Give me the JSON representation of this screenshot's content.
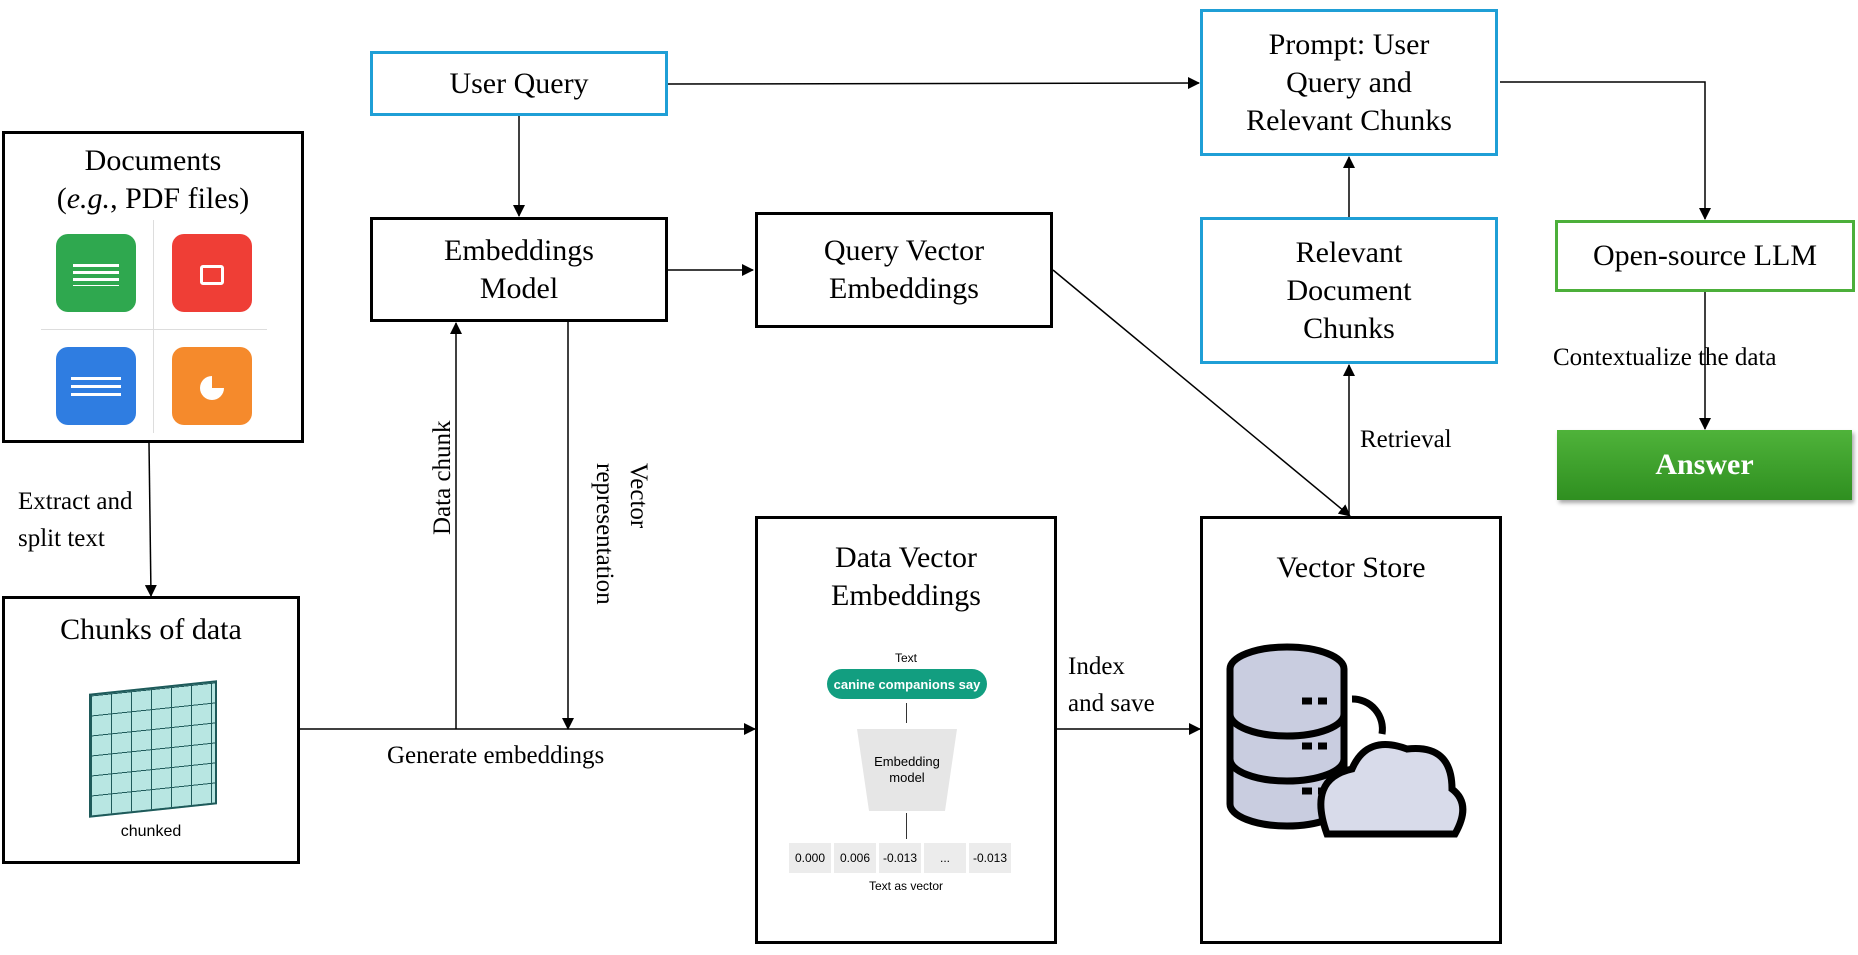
{
  "nodes": {
    "documents": {
      "title": "Documents",
      "subtitle_italic": "e.g.",
      "subtitle_rest": ", PDF files)",
      "subtitle_open": "("
    },
    "file_icons": {
      "xls": "XLS",
      "pdf": "PDF",
      "doc": "DOC",
      "ppt": "PPT"
    },
    "chunks": {
      "title": "Chunks of data",
      "caption": "chunked"
    },
    "user_query": {
      "title": "User Query"
    },
    "embeddings_model": {
      "line1": "Embeddings",
      "line2": "Model"
    },
    "query_vector": {
      "line1": "Query Vector",
      "line2": "Embeddings"
    },
    "data_vector": {
      "line1": "Data Vector",
      "line2": "Embeddings"
    },
    "vector_store": {
      "title": "Vector Store"
    },
    "prompt": {
      "line1": "Prompt: User",
      "line2": "Query and",
      "line3": "Relevant Chunks"
    },
    "relevant_chunks": {
      "line1": "Relevant",
      "line2": "Document",
      "line3": "Chunks"
    },
    "llm": {
      "title": "Open-source LLM"
    },
    "answer": {
      "title": "Answer"
    }
  },
  "embedding_illustration": {
    "text_label": "Text",
    "text_pill": "canine companions say",
    "model_line1": "Embedding",
    "model_line2": "model",
    "vector_cells": [
      "0.000",
      "0.006",
      "-0.013",
      "...",
      "-0.013"
    ],
    "vector_caption": "Text as vector"
  },
  "edge_labels": {
    "extract_line1": "Extract and",
    "extract_line2": "split text",
    "data_chunk": "Data chunk",
    "vector_rep_line1": "Vector",
    "vector_rep_line2": "representation",
    "generate": "Generate embeddings",
    "index_line1": "Index",
    "index_line2": "and save",
    "retrieval": "Retrieval",
    "contextualize": "Contextualize the data"
  },
  "colors": {
    "blue_border": "#1f9fd6",
    "green_border": "#4caf3a",
    "answer_green": "#3d9e2a",
    "xls": "#2fa84f",
    "pdf": "#ef3e36",
    "doc": "#2f7de1",
    "ppt": "#f58a2c",
    "pill_teal": "#129e80"
  }
}
